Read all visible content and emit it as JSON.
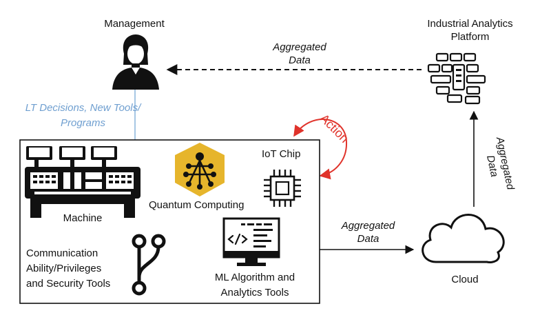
{
  "nodes": {
    "management": "Management",
    "platform": [
      "Industrial Analytics",
      "Platform"
    ],
    "cloud": "Cloud",
    "machine": "Machine",
    "quantum": "Quantum Computing",
    "iot": "IoT Chip",
    "communication": [
      "Communication",
      "Ability/Privileges",
      "and Security Tools"
    ],
    "ml": [
      "ML Algorithm and",
      "Analytics Tools"
    ]
  },
  "edges": {
    "platform_to_management": [
      "Aggregated",
      "Data"
    ],
    "management_to_system": [
      "LT Decisions, New Tools/",
      "Programs"
    ],
    "system_to_cloud": [
      "Aggregated",
      "Data"
    ],
    "cloud_to_platform": [
      "Aggregated",
      "Data"
    ],
    "action": "Action"
  },
  "icons": {
    "management": "person-icon",
    "platform": "server-rack-icon",
    "cloud": "cloud-icon",
    "machine": "control-panel-icon",
    "quantum": "atom-hexagon-icon",
    "iot": "microchip-icon",
    "communication": "branch-icon",
    "ml": "code-monitor-icon"
  },
  "colors": {
    "decision_text": "#6f9fd0",
    "decision_line": "#8fb7de",
    "action": "#e0332b",
    "quantum_badge": "#e6b52c"
  }
}
